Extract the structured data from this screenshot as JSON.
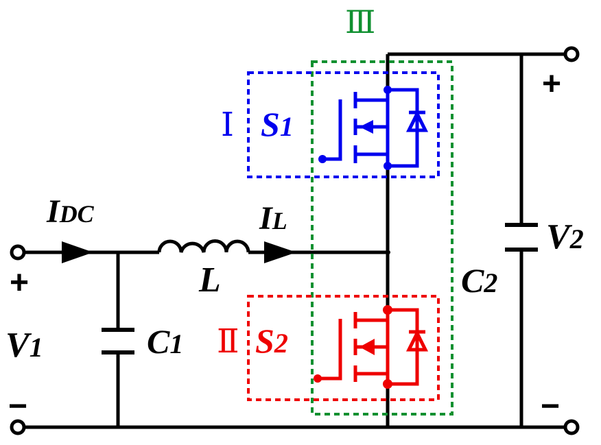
{
  "labels": {
    "region_3": "Ⅲ",
    "region_1": "Ⅰ",
    "region_2": "Ⅱ",
    "s1": "S",
    "s1_sub": "1",
    "s2": "S",
    "s2_sub": "2",
    "idc": "I",
    "idc_sub": "DC",
    "il": "I",
    "il_sub": "L",
    "l": "L",
    "c1": "C",
    "c1_sub": "1",
    "c2": "C",
    "c2_sub": "2",
    "v1": "V",
    "v1_sub": "1",
    "v2": "V",
    "v2_sub": "2",
    "plus_left": "+",
    "minus_left": "−",
    "plus_right": "+",
    "minus_right": "−"
  },
  "colors": {
    "wire": "#000000",
    "switch_1": "#0000ee",
    "switch_2": "#ee0000",
    "region_3": "#109030"
  }
}
